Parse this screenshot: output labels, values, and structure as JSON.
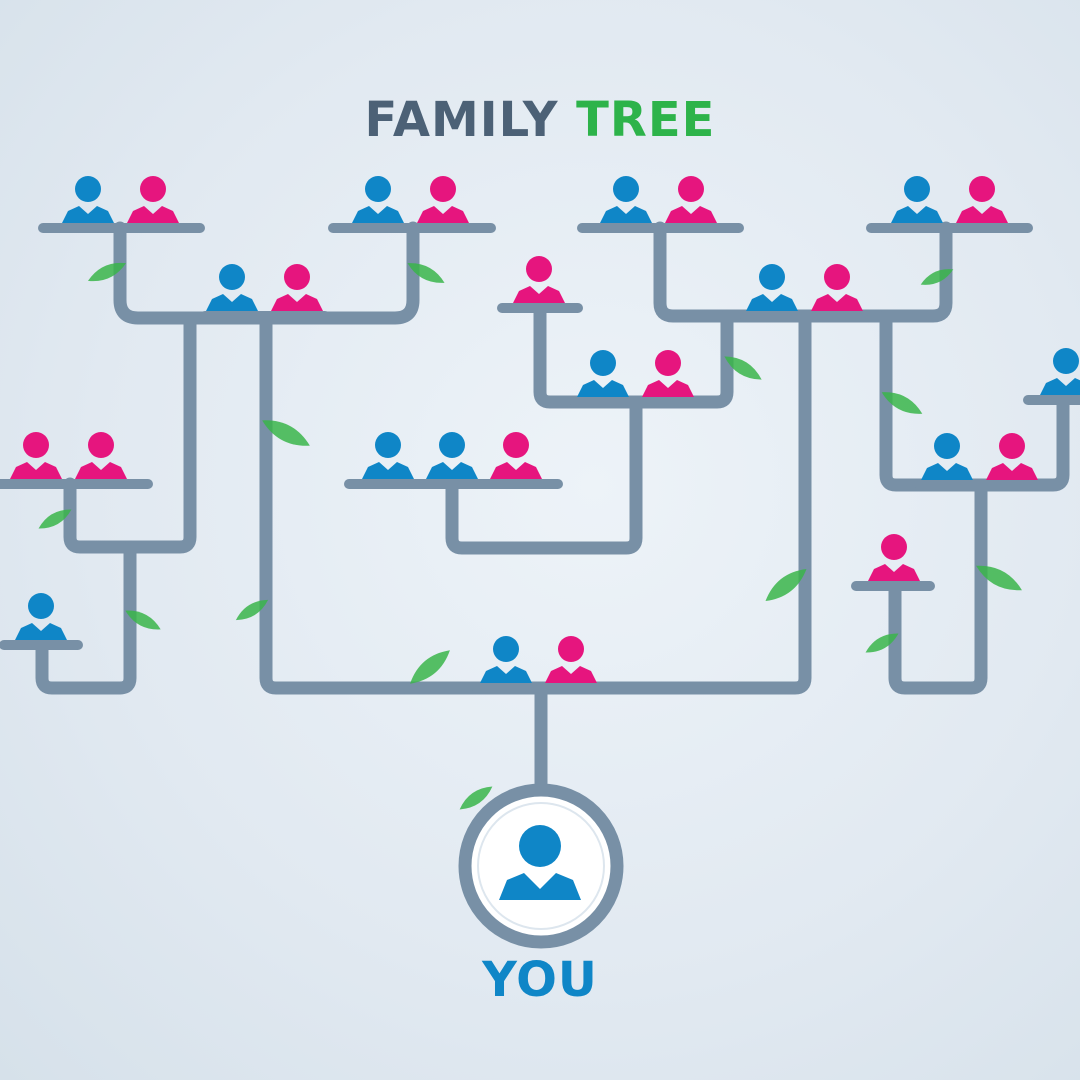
{
  "title": {
    "part1": "FAMILY",
    "part2": "TREE"
  },
  "you_label": "YOU",
  "colors": {
    "background": "#e3eaf1",
    "line": "#7890a6",
    "male": "#0f86c7",
    "female": "#e6157e",
    "leaf": "#3ab54a",
    "title_dark": "#4c6176",
    "title_accent": "#2db34a",
    "you_text": "#0f86c7"
  },
  "icons": {
    "male": "male-person-icon",
    "female": "female-person-icon",
    "leaf": "leaf-icon"
  }
}
